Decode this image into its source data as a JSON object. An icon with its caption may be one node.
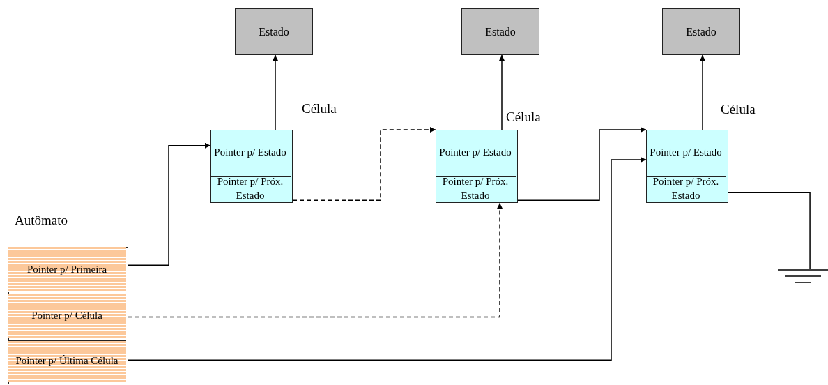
{
  "diagram": {
    "nodes": [
      {
        "text": [
          "Estado"
        ]
      },
      {
        "text": [
          "Estado"
        ]
      },
      {
        "text": [
          "Estado"
        ]
      },
      {
        "text": [
          "Célula"
        ]
      },
      {
        "text": [
          "Pointer p/ Estado"
        ],
        "in": 3
      },
      {
        "text": [
          "Pointer p/ Próx. Estado"
        ],
        "in": 3
      },
      {
        "text": [
          "Célula"
        ]
      },
      {
        "text": [
          "Pointer p/ Estado"
        ],
        "in": 6
      },
      {
        "text": [
          "Pointer p/ Próx. Estado"
        ],
        "in": 6
      },
      {
        "text": [
          "Célula"
        ]
      },
      {
        "text": [
          "Pointer p/ Estado"
        ],
        "in": 9
      },
      {
        "text": [
          "Pointer p/ Próx. Estado"
        ],
        "in": 9
      },
      {
        "text": [
          "Autômato"
        ]
      },
      {
        "text": [
          "Pointer p/ Primeira"
        ],
        "in": 12
      },
      {
        "text": [
          "Pointer p/ Célula"
        ],
        "in": 12
      },
      {
        "text": [
          "Pointer p/ Última Célula"
        ],
        "in": 12
      },
      {
        "text": [],
        "shape": "ground"
      }
    ],
    "edges": [
      {
        "from": 4,
        "to": 0,
        "arrow": "to"
      },
      {
        "from": 7,
        "to": 1,
        "arrow": "to"
      },
      {
        "from": 10,
        "to": 2,
        "arrow": "to"
      },
      {
        "from": 13,
        "to": 4,
        "arrow": "to"
      },
      {
        "from": 5,
        "to": 7,
        "arrow": "to",
        "style": "dashed"
      },
      {
        "from": 14,
        "to": 8,
        "arrow": "to",
        "style": "dashed"
      },
      {
        "from": 8,
        "to": 10,
        "arrow": "to"
      },
      {
        "from": 15,
        "to": 10,
        "arrow": "to"
      },
      {
        "from": 11,
        "to": 16,
        "arrow": "none"
      }
    ]
  }
}
